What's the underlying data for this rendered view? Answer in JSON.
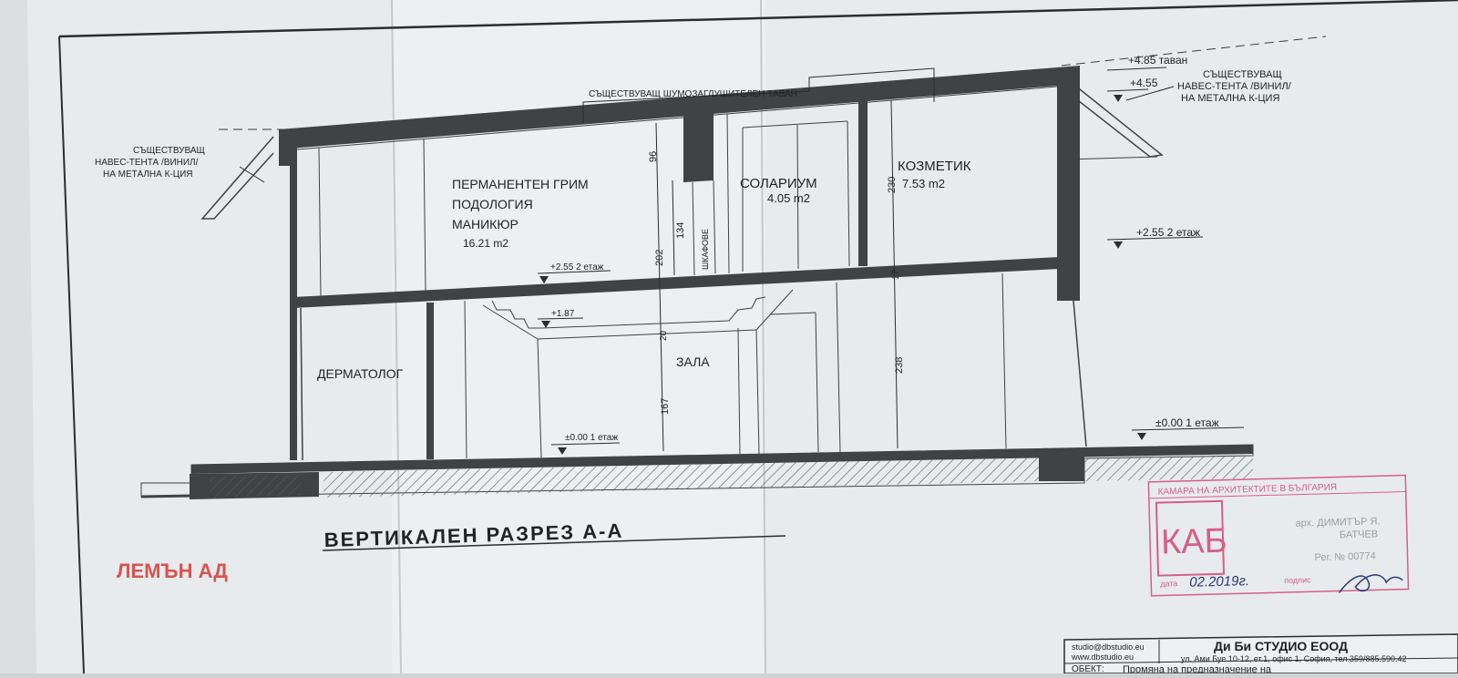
{
  "drawing": {
    "title": "ВЕРТИКАЛЕН РАЗРЕЗ А-А",
    "rooms": {
      "permanent_line1": "ПЕРМАНЕНТЕН ГРИМ",
      "permanent_line2": "ПОДОЛОГИЯ",
      "permanent_line3": "МАНИКЮР",
      "permanent_area": "16.21 m2",
      "solarium": "СОЛАРИУМ",
      "solarium_area": "4.05 m2",
      "cosmetic": "КОЗМЕТИК",
      "cosmetic_area": "7.53 m2",
      "wardrobes": "ШКАФОВЕ",
      "dermatologist": "ДЕРМАТОЛОГ",
      "hall": "ЗАЛА"
    },
    "notes": {
      "ceiling": "СЪЩЕСТВУВАЩ ШУМОЗАГЛУШИТЕЛЕН ТАВАН",
      "left_canopy_1": "СЪЩЕСТВУВАЩ",
      "left_canopy_2": "НАВЕС-ТЕНТА /ВИНИЛ/",
      "left_canopy_3": "НА МЕТАЛНА К-ЦИЯ",
      "right_canopy_1": "СЪЩЕСТВУВАЩ",
      "right_canopy_2": "НАВЕС-ТЕНТА /ВИНИЛ/",
      "right_canopy_3": "НА МЕТАЛНА К-ЦИЯ"
    },
    "levels": {
      "top_ceiling": "+4.85 таван",
      "top_455": "+4.55",
      "floor2_right": "+2.55  2 етаж",
      "floor2_mid": "+2.55  2 етаж",
      "mid_187": "+1.87",
      "floor1_mid": "±0.00  1 етаж",
      "floor1_right": "±0.00  1 етаж"
    },
    "dimensions": {
      "d96": "96",
      "d202": "202",
      "d134": "134",
      "d20": "20",
      "d167": "167",
      "d230": "230",
      "d17": "17",
      "d238": "238"
    }
  },
  "watermark": "ЛЕМЪН АД",
  "stamp": {
    "header": "КАМАРА НА АРХИТЕКТИТЕ В БЪЛГАРИЯ",
    "logo": "КАБ",
    "name_line1": "арх. ДИМИТЪР Я.",
    "name_line2": "БАТЧЕВ",
    "reg": "Рег. №  00774",
    "date_label": "дата",
    "date_value": "02.2019г.",
    "sign_label": "подпис"
  },
  "title_block": {
    "email": "studio@dbstudio.eu",
    "web": "www.dbstudio.eu",
    "company": "Ди Би СТУДИО ЕООД",
    "address": "ул. Ами Буе 10-12, ет.1, офис 1, София, тел.359/885.590.42",
    "object_label": "ОБЕКТ:",
    "object_value": "Промяна на предназначение на"
  },
  "colors": {
    "paper": "#e7eaec",
    "wall": "#3f4346",
    "ink": "#1f2326",
    "watermark": "#d9534f",
    "stamp": "#d65f86"
  }
}
